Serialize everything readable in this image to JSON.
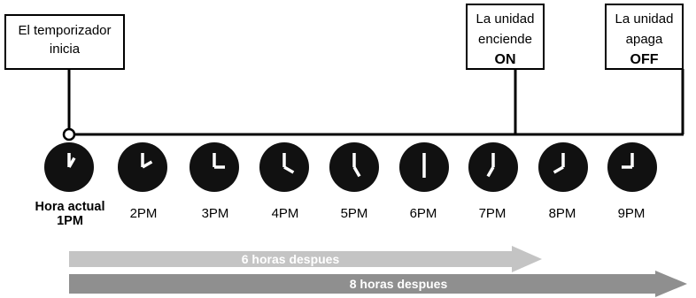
{
  "diagram": {
    "start_box": {
      "line1": "El temporizador",
      "line2": "inicia"
    },
    "on_box": {
      "line1": "La unidad",
      "line2": "enciende",
      "state": "ON"
    },
    "off_box": {
      "line1": "La unidad",
      "line2": "apaga",
      "state": "OFF"
    },
    "clocks": [
      {
        "caption": "Hora actual",
        "time": "1PM",
        "hour": 1,
        "minute": 0
      },
      {
        "time": "2PM",
        "hour": 2,
        "minute": 0
      },
      {
        "time": "3PM",
        "hour": 3,
        "minute": 0
      },
      {
        "time": "4PM",
        "hour": 4,
        "minute": 0
      },
      {
        "time": "5PM",
        "hour": 5,
        "minute": 0
      },
      {
        "time": "6PM",
        "hour": 6,
        "minute": 0
      },
      {
        "time": "7PM",
        "hour": 7,
        "minute": 0
      },
      {
        "time": "8PM",
        "hour": 8,
        "minute": 0
      },
      {
        "time": "9PM",
        "hour": 9,
        "minute": 0
      }
    ],
    "arrows": [
      {
        "label": "6 horas despues",
        "color": "#c4c4c4"
      },
      {
        "label": "8 horas despues",
        "color": "#8f8f8f"
      }
    ],
    "colors": {
      "lines": "#000000",
      "clock_face": "#111111",
      "clock_hands": "#ffffff",
      "arrow_text": "#ffffff"
    }
  }
}
